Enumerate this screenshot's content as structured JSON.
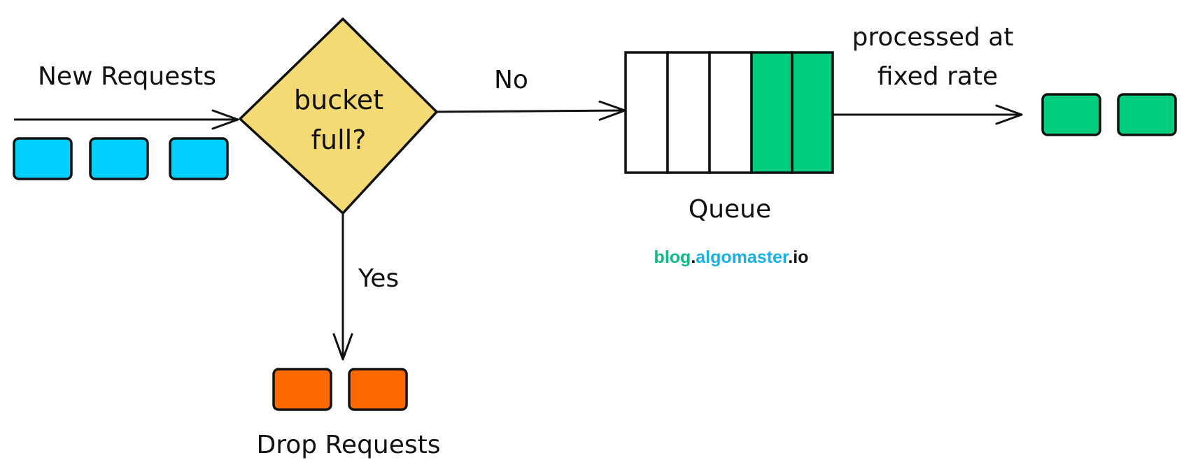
{
  "labels": {
    "new_requests": "New Requests",
    "decision_line1": "bucket",
    "decision_line2": "full?",
    "no": "No",
    "yes": "Yes",
    "processed_line1": "processed at",
    "processed_line2": "fixed rate",
    "queue": "Queue",
    "drop_requests": "Drop Requests"
  },
  "watermark": {
    "part1": "blog",
    "dot1": ".",
    "part2": "algomaster",
    "dot2": ".",
    "part3": "io"
  },
  "colors": {
    "incoming_request": "#00cfff",
    "decision_fill": "#f3da74",
    "queued_slot": "#00cc7e",
    "empty_slot": "#ffffff",
    "processed_request": "#00cc7e",
    "dropped_request": "#ff6a00",
    "stroke": "#111111",
    "watermark_green": "#12b886",
    "watermark_blue": "#1ab0e0"
  },
  "queue": {
    "total_slots": 5,
    "filled_slots": 2
  },
  "counts": {
    "incoming_requests": 3,
    "processed_requests": 2,
    "dropped_requests": 2
  }
}
